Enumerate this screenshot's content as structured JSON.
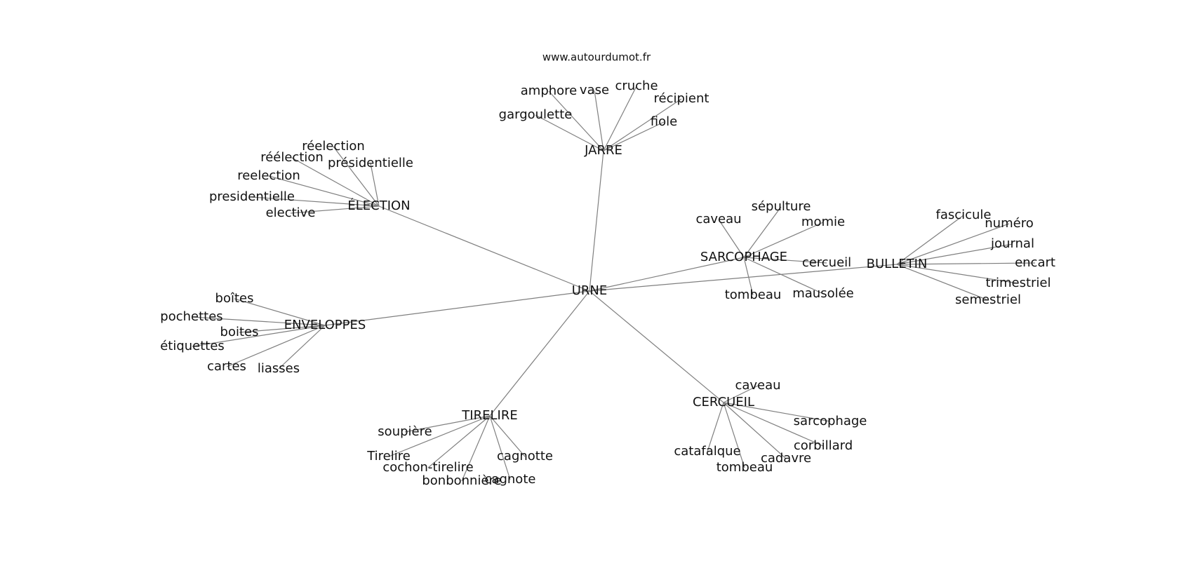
{
  "source": "www.autourdumot.fr",
  "center": "URNE",
  "colors": {
    "edge": "#7f7f7f",
    "text": "#111111",
    "background": "#ffffff"
  },
  "nodes": [
    {
      "id": "urne",
      "label": "URNE"
    },
    {
      "id": "jarre",
      "label": "JARRE"
    },
    {
      "id": "election",
      "label": "ÉLECTION"
    },
    {
      "id": "sarcophage",
      "label": "SARCOPHAGE"
    },
    {
      "id": "bulletin",
      "label": "BULLETIN"
    },
    {
      "id": "enveloppes",
      "label": "ENVELOPPES"
    },
    {
      "id": "tirelire",
      "label": "TIRELIRE"
    },
    {
      "id": "cercueil",
      "label": "CERCUEIL"
    },
    {
      "id": "amphore",
      "label": "amphore"
    },
    {
      "id": "vase",
      "label": "vase"
    },
    {
      "id": "cruche",
      "label": "cruche"
    },
    {
      "id": "recipient",
      "label": "récipient"
    },
    {
      "id": "gargoulette",
      "label": "gargoulette"
    },
    {
      "id": "fiole",
      "label": "fiole"
    },
    {
      "id": "reelection-1",
      "label": "réelection"
    },
    {
      "id": "reelection-2",
      "label": "réélection"
    },
    {
      "id": "presidentielle-1",
      "label": "présidentielle"
    },
    {
      "id": "reelection-3",
      "label": "reelection"
    },
    {
      "id": "presidentielle-2",
      "label": "presidentielle"
    },
    {
      "id": "elective",
      "label": "elective"
    },
    {
      "id": "caveau-1",
      "label": "caveau"
    },
    {
      "id": "sepulture",
      "label": "sépulture"
    },
    {
      "id": "momie",
      "label": "momie"
    },
    {
      "id": "cercueil-word",
      "label": "cercueil"
    },
    {
      "id": "tombeau-1",
      "label": "tombeau"
    },
    {
      "id": "mausolee",
      "label": "mausolée"
    },
    {
      "id": "fascicule",
      "label": "fascicule"
    },
    {
      "id": "numero",
      "label": "numéro"
    },
    {
      "id": "journal",
      "label": "journal"
    },
    {
      "id": "encart",
      "label": "encart"
    },
    {
      "id": "trimestriel",
      "label": "trimestriel"
    },
    {
      "id": "semestriel",
      "label": "semestriel"
    },
    {
      "id": "boites-1",
      "label": "boîtes"
    },
    {
      "id": "pochettes",
      "label": "pochettes"
    },
    {
      "id": "boites-2",
      "label": "boites"
    },
    {
      "id": "etiquettes",
      "label": "étiquettes"
    },
    {
      "id": "cartes",
      "label": "cartes"
    },
    {
      "id": "liasses",
      "label": "liasses"
    },
    {
      "id": "soupiere",
      "label": "soupière"
    },
    {
      "id": "tirelire-word",
      "label": "Tirelire"
    },
    {
      "id": "cochon-tirelire",
      "label": "cochon-tirelire"
    },
    {
      "id": "bonbonniere",
      "label": "bonbonnière"
    },
    {
      "id": "cagnotte",
      "label": "cagnotte"
    },
    {
      "id": "cagnote",
      "label": "cagnote"
    },
    {
      "id": "caveau-2",
      "label": "caveau"
    },
    {
      "id": "sarcophage-word",
      "label": "sarcophage"
    },
    {
      "id": "corbillard",
      "label": "corbillard"
    },
    {
      "id": "catafalque",
      "label": "catafalque"
    },
    {
      "id": "cadavre",
      "label": "cadavre"
    },
    {
      "id": "tombeau-2",
      "label": "tombeau"
    }
  ],
  "edges": [
    [
      "urne",
      "jarre"
    ],
    [
      "urne",
      "election"
    ],
    [
      "urne",
      "sarcophage"
    ],
    [
      "urne",
      "bulletin"
    ],
    [
      "urne",
      "enveloppes"
    ],
    [
      "urne",
      "tirelire"
    ],
    [
      "urne",
      "cercueil"
    ],
    [
      "jarre",
      "amphore"
    ],
    [
      "jarre",
      "vase"
    ],
    [
      "jarre",
      "cruche"
    ],
    [
      "jarre",
      "recipient"
    ],
    [
      "jarre",
      "gargoulette"
    ],
    [
      "jarre",
      "fiole"
    ],
    [
      "election",
      "reelection-1"
    ],
    [
      "election",
      "reelection-2"
    ],
    [
      "election",
      "presidentielle-1"
    ],
    [
      "election",
      "reelection-3"
    ],
    [
      "election",
      "presidentielle-2"
    ],
    [
      "election",
      "elective"
    ],
    [
      "sarcophage",
      "caveau-1"
    ],
    [
      "sarcophage",
      "sepulture"
    ],
    [
      "sarcophage",
      "momie"
    ],
    [
      "sarcophage",
      "cercueil-word"
    ],
    [
      "sarcophage",
      "tombeau-1"
    ],
    [
      "sarcophage",
      "mausolee"
    ],
    [
      "bulletin",
      "fascicule"
    ],
    [
      "bulletin",
      "numero"
    ],
    [
      "bulletin",
      "journal"
    ],
    [
      "bulletin",
      "encart"
    ],
    [
      "bulletin",
      "trimestriel"
    ],
    [
      "bulletin",
      "semestriel"
    ],
    [
      "enveloppes",
      "boites-1"
    ],
    [
      "enveloppes",
      "pochettes"
    ],
    [
      "enveloppes",
      "boites-2"
    ],
    [
      "enveloppes",
      "etiquettes"
    ],
    [
      "enveloppes",
      "cartes"
    ],
    [
      "enveloppes",
      "liasses"
    ],
    [
      "tirelire",
      "soupiere"
    ],
    [
      "tirelire",
      "tirelire-word"
    ],
    [
      "tirelire",
      "cochon-tirelire"
    ],
    [
      "tirelire",
      "bonbonniere"
    ],
    [
      "tirelire",
      "cagnotte"
    ],
    [
      "tirelire",
      "cagnote"
    ],
    [
      "cercueil",
      "caveau-2"
    ],
    [
      "cercueil",
      "sarcophage-word"
    ],
    [
      "cercueil",
      "corbillard"
    ],
    [
      "cercueil",
      "catafalque"
    ],
    [
      "cercueil",
      "cadavre"
    ],
    [
      "cercueil",
      "tombeau-2"
    ]
  ]
}
